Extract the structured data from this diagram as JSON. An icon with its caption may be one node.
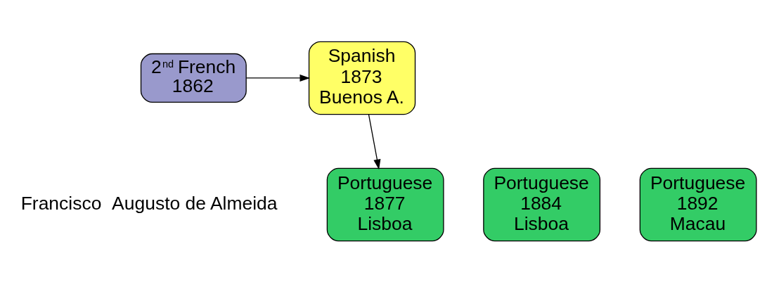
{
  "diagram": {
    "nodes": [
      {
        "text": [
          "2$^{nd}$ French",
          "1862"
        ]
      },
      {
        "text": [
          "Spanish",
          "1873",
          "Buenos A."
        ]
      },
      {
        "text": [
          "Portuguese",
          "1877",
          "Lisboa"
        ]
      },
      {
        "text": [
          "Portuguese",
          "1884",
          "Lisboa"
        ]
      },
      {
        "text": [
          "Portuguese",
          "1892",
          "Macau"
        ]
      }
    ],
    "edges": [
      {
        "from": 0,
        "to": 1,
        "arrow": "to"
      },
      {
        "from": 1,
        "to": 2,
        "arrow": "to"
      }
    ],
    "labels": [
      "Francisco  Augusto de Almeida"
    ]
  }
}
